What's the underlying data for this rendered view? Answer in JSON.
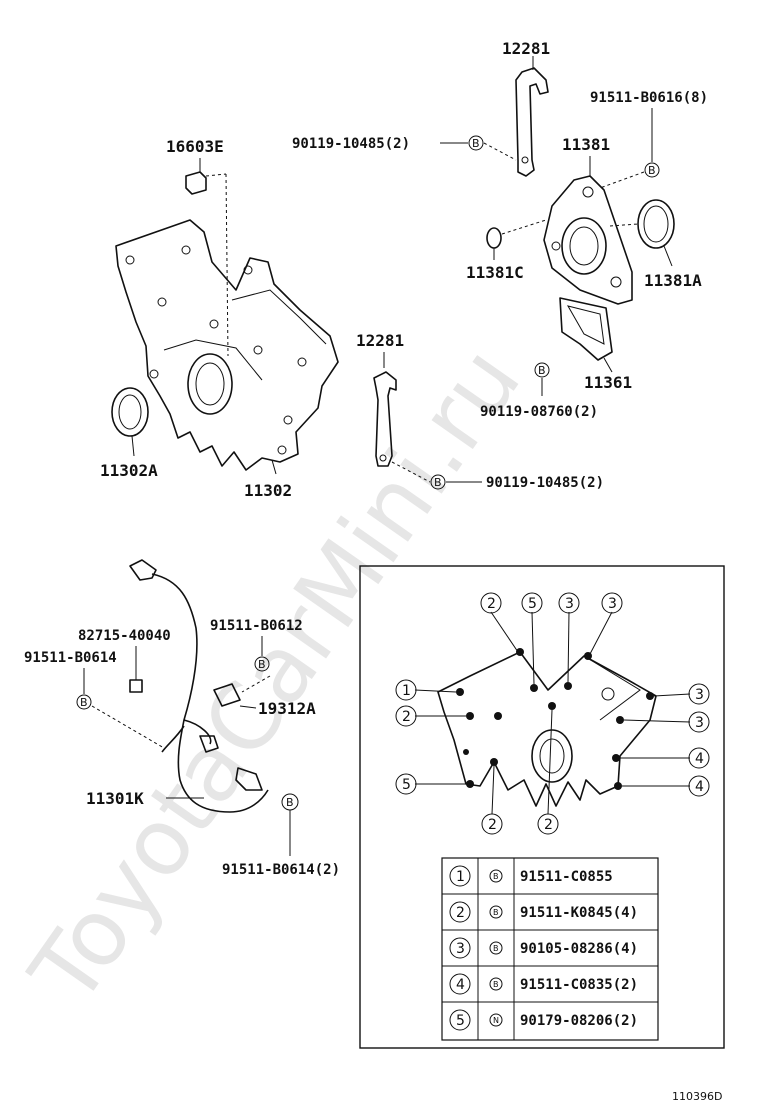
{
  "watermark": "ToyotaCarMini.ru",
  "diagram_code": "110396D",
  "labels": {
    "p12281_top": "12281",
    "p91511_b0616": "91511-B0616(8)",
    "p16603e": "16603E",
    "p90119_10485_top": "90119-10485(2)",
    "p11381": "11381",
    "p11381c": "11381C",
    "p11381a": "11381A",
    "p12281_mid": "12281",
    "p11361": "11361",
    "p90119_08760": "90119-08760(2)",
    "p11302a": "11302A",
    "p11302": "11302",
    "p90119_10485_bot": "90119-10485(2)",
    "p91511_b0612": "91511-B0612",
    "p82715": "82715-40040",
    "p91511_b0614_top": "91511-B0614",
    "p19312a": "19312A",
    "p11301k": "11301K",
    "p91511_b0614_bot": "91511-B0614(2)"
  },
  "bolt_marks": {
    "b": "B",
    "n": "N"
  },
  "inset_callouts": {
    "c1": "1",
    "c2": "2",
    "c3": "3",
    "c4": "4",
    "c5": "5"
  },
  "bolt_table": [
    {
      "num": "1",
      "mark": "B",
      "part": "91511-C0855"
    },
    {
      "num": "2",
      "mark": "B",
      "part": "91511-K0845(4)"
    },
    {
      "num": "3",
      "mark": "B",
      "part": "90105-08286(4)"
    },
    {
      "num": "4",
      "mark": "B",
      "part": "91511-C0835(2)"
    },
    {
      "num": "5",
      "mark": "N",
      "part": "90179-08206(2)"
    }
  ]
}
